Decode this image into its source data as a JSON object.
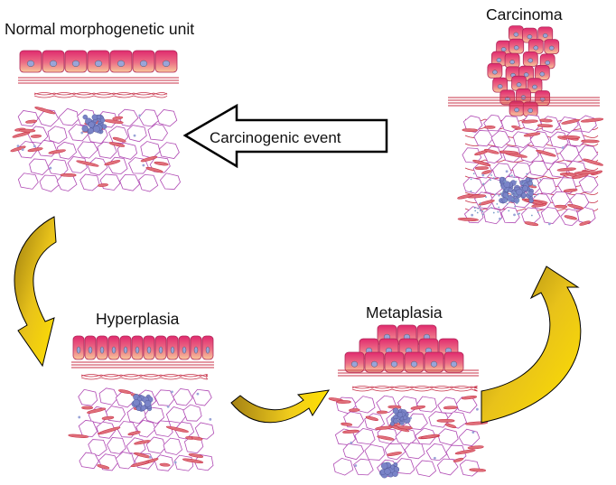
{
  "stages": {
    "normal": "Normal morphogenetic unit",
    "hyperplasia": "Hyperplasia",
    "metaplasia": "Metaplasia",
    "carcinoma": "Carcinoma"
  },
  "event_arrow_label": "Carcinogenic event",
  "colors": {
    "cell_top": "#e23b77",
    "cell_bottom": "#f6c39a",
    "nucleus": "#9aa4d8",
    "fiber": "#c8334a",
    "stroma_cell": "#b04ab4",
    "cluster": "#7a84c8",
    "cycle_arrow_light": "#ffe100",
    "cycle_arrow_dark": "#9a7a10",
    "outline": "#000000"
  }
}
